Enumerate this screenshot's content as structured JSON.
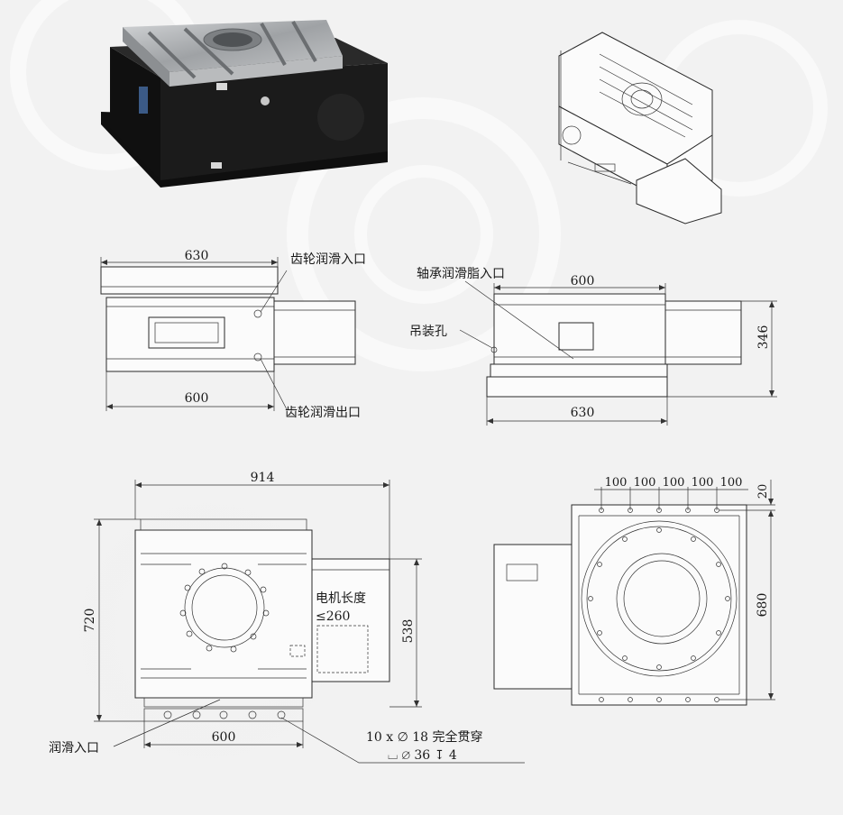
{
  "front_view": {
    "width_top": "630",
    "width_bottom": "600",
    "label_gear_inlet": "齿轮润滑入口",
    "label_gear_outlet": "齿轮润滑出口"
  },
  "side_view": {
    "label_bearing_grease": "轴承润滑脂入口",
    "label_lifting_hole": "吊装孔",
    "width_top": "600",
    "width_bottom": "630",
    "height": "346"
  },
  "plan_view": {
    "width_total": "914",
    "height_total": "720",
    "motor_height": "538",
    "width_bottom": "600",
    "motor_length_line1": "电机长度",
    "motor_length_line2": "≤260",
    "label_lube_inlet": "润滑入口",
    "hole_spec_line1": "10 x ∅ 18 完全贯穿",
    "hole_spec_line2": "⌴ ∅ 36 ↧ 4"
  },
  "bottom_view": {
    "pitch_1": "100",
    "pitch_2": "100",
    "pitch_3": "100",
    "pitch_4": "100",
    "pitch_5": "100",
    "edge_offset": "20",
    "height": "680"
  },
  "colors": {
    "background": "#f2f2f2",
    "housing_black": "#151515",
    "table_steel": "#a9acaf",
    "line": "#2a2a2a"
  }
}
